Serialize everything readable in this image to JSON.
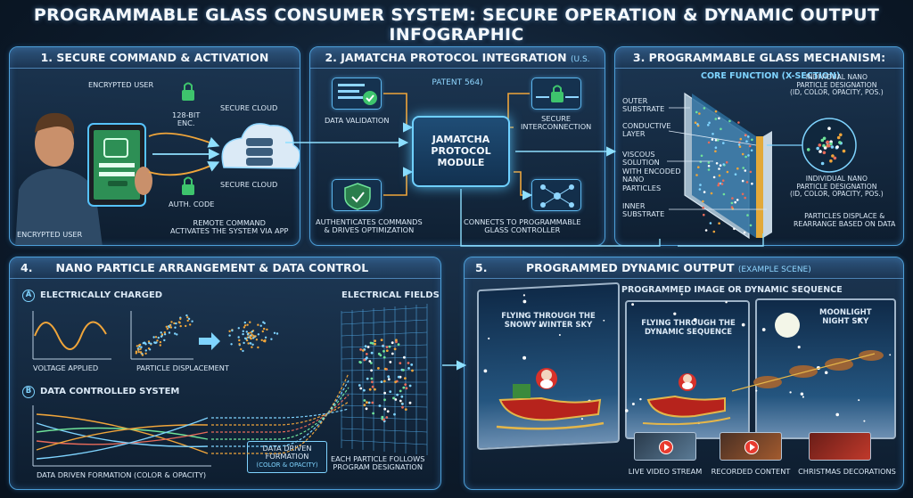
{
  "title": "PROGRAMMABLE GLASS CONSUMER SYSTEM: SECURE OPERATION & DYNAMIC OUTPUT INFOGRAPHIC",
  "panel1": {
    "title": "1. SECURE COMMAND & ACTIVATION",
    "encrypted_user_top": "ENCRYPTED USER",
    "enc": "128-BIT\nENC.",
    "secure_cloud_top": "SECURE CLOUD",
    "secure_cloud_bottom": "SECURE CLOUD",
    "auth_code": "AUTH. CODE",
    "encrypted_user_bottom": "ENCRYPTED USER",
    "remote_command": "REMOTE COMMAND\nACTIVATES THE SYSTEM via APP"
  },
  "panel2": {
    "title": "2. JAMATCHA PROTOCOL INTEGRATION",
    "title_sub": "(U.S. PATENT 564)",
    "data_validation": "DATA VALIDATION",
    "secure_interconnection": "SECURE\nINTERCONNECTION",
    "module": "JAMATCHA\nPROTOCOL\nMODULE",
    "authenticates": "AUTHENTICATES COMMANDS\n& DRIVES OPTIMIZATION",
    "connects": "CONNECTS TO PROGRAMMABLE\nGLASS CONTROLLER"
  },
  "panel3": {
    "title": "3. PROGRAMMABLE GLASS MECHANISM:",
    "subtitle": "CORE FUNCTION (X-SECTION)",
    "outer_substrate": "OUTER\nSUBSTRATE",
    "conductive_layer": "CONDUCTIVE\nLAYER",
    "viscous_solution": "VISCOUS\nSOLUTION\nWITH ENCODED\nNANO\nPARTICLES",
    "inner_substrate": "INNER\nSUBSTRATE",
    "designation_top": "INDIVIDUAL NANO\nPARTICLE DESIGNATION\n(ID, COLOR, OPACITY, POS.)",
    "designation_bottom": "INDIVIDUAL NANO\nPARTICLE DESIGNATION\n(ID, COLOR, OPACITY, POS.)",
    "displace": "PARTICLES DISPLACE &\nREARRANGE based on data"
  },
  "panel4": {
    "title": "4.      NANO PARTICLE ARRANGEMENT & DATA CONTROL",
    "a_label": "ELECTRICALLY CHARGED",
    "a_letter": "A",
    "voltage": "VOLTAGE APPLIED",
    "displacement": "PARTICLE DISPLACEMENT",
    "fields": "ELECTRICAL FIELDS",
    "b_letter": "B",
    "b_label": "DATA CONTROLLED SYSTEM",
    "formation": "DATA DRIVEN FORMATION (COLOR & OPACITY)",
    "box_formation": "DATA DRIVEN\nFORMATION",
    "box_formation_sub": "(COLOR & OPACITY)",
    "each_particle": "EACH PARTICLE FOLLOWS\nPROGRAM DESIGNATION"
  },
  "panel5": {
    "title": "5.          PROGRAMMED DYNAMIC OUTPUT",
    "title_sub": "(EXAMPLE SCENE)",
    "subtitle": "PROGRAMMED IMAGE OR DYNAMIC SEQUENCE",
    "scene1": "FLYING THROUGH THE\nSNOWY WINTER SKY",
    "scene2": "FLYING THROUGH THE\nDYNAMIC SEQUENCE",
    "scene3": "MOONLIGHT\nNIGHT SKY",
    "live": "LIVE VIDEO STREAM",
    "recorded": "RECORDED CONTENT",
    "christmas": "CHRISTMAS DECORATIONS"
  }
}
